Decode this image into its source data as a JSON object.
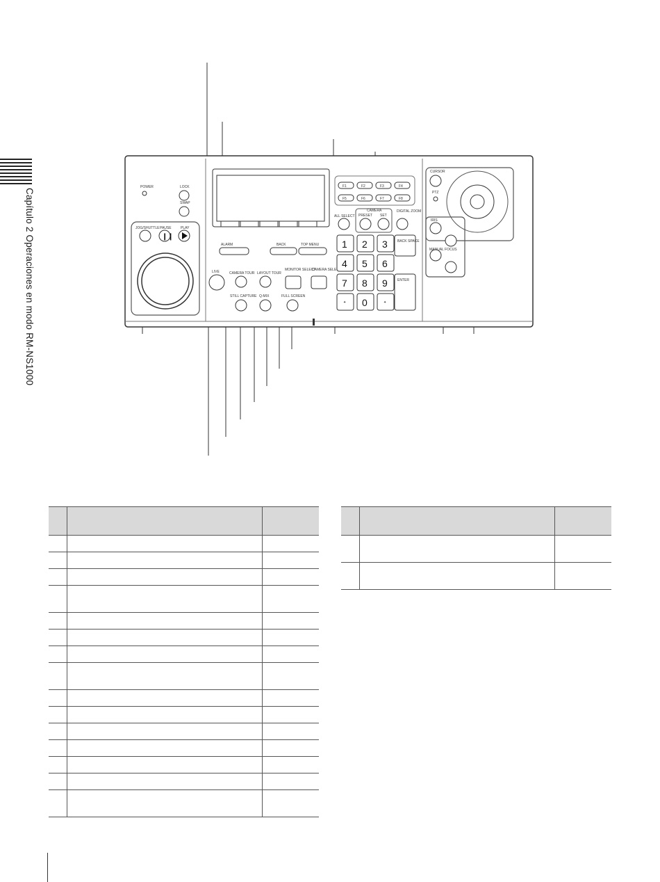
{
  "sidebar": {
    "chapter_text": "Capítulo 2  Operaciones en modo RM-NS1000"
  },
  "panel": {
    "power_label": "POWER",
    "lock_label": "LOCK",
    "swap_label": "SWAP",
    "jog_shuttle_label": "JOG/SHUTTLE",
    "pause_label": "PAUSE",
    "play_label": "PLAY",
    "alarm_label": "ALARM",
    "back_label": "BACK",
    "top_menu_label": "TOP MENU",
    "live_label": "LIVE",
    "camera_tour_label": "CAMERA TOUR",
    "layout_tour_label": "LAYOUT TOUR",
    "monitor_select_label": "MONITOR SELECT",
    "camera_select_label": "CAMERA SELECT",
    "still_capture_label": "STILL CAPTURE",
    "q_mix_label": "Q-MIX",
    "full_screen_label": "FULL SCREEN",
    "all_select_label": "ALL SELECT",
    "camera_label": "CAMERA",
    "preset_label": "PRESET",
    "set_label": "SET",
    "digital_zoom_label": "DIGITAL ZOOM",
    "back_space_label": "BACK SPACE",
    "enter_label": "ENTER",
    "cursor_label": "CURSOR",
    "ptz_label": "PTZ",
    "iris_label": "IRIS",
    "manual_focus_label": "MANUAL FOCUS",
    "function_keys": [
      "F1",
      "F2",
      "F3",
      "F4",
      "F5",
      "F6",
      "F7",
      "F8"
    ],
    "numeric_keys": [
      "1",
      "2",
      "3",
      "4",
      "5",
      "6",
      "7",
      "8",
      "9",
      "✦",
      "0",
      "✦"
    ]
  },
  "table_left_rows": 15,
  "table_right_rows": 2
}
